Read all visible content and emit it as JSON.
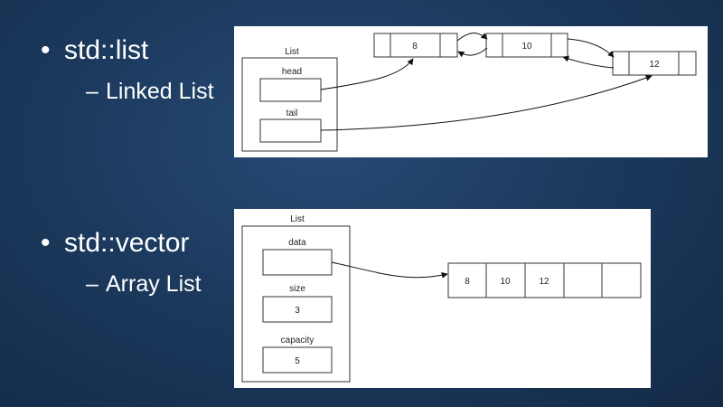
{
  "slide": {
    "bullets": [
      {
        "dot": "•",
        "title": "std::list",
        "dash": "–",
        "subtitle": "Linked List"
      },
      {
        "dot": "•",
        "title": "std::vector",
        "dash": "–",
        "subtitle": "Array List"
      }
    ]
  },
  "list_diagram": {
    "container_label": "List",
    "head_label": "head",
    "tail_label": "tail",
    "nodes": [
      "8",
      "10",
      "12"
    ]
  },
  "vector_diagram": {
    "container_label": "List",
    "data_label": "data",
    "size_label": "size",
    "size_value": "3",
    "capacity_label": "capacity",
    "capacity_value": "5",
    "array_cells": [
      "8",
      "10",
      "12",
      "",
      ""
    ]
  }
}
